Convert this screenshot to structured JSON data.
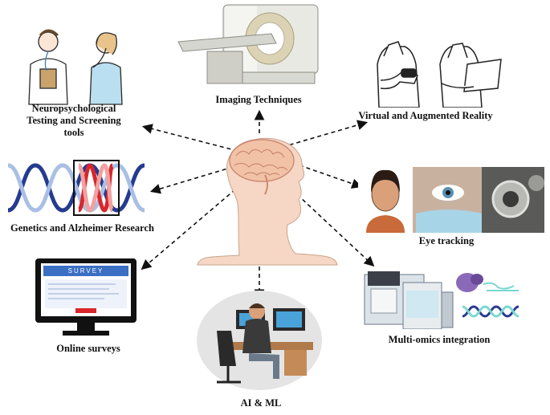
{
  "labels": {
    "neuro": "Neuropsychological Testing and Screening tools",
    "imaging": "Imaging Techniques",
    "vr": "Virtual and Augmented Reality",
    "genetics": "Genetics and Alzheimer Research",
    "eye": "Eye tracking",
    "survey": "Online surveys",
    "omics": "Multi-omics integration",
    "ai": "AI & ML"
  },
  "survey_screen": {
    "title": "SURVEY"
  },
  "colors": {
    "arrow": "#111111",
    "brain": "#f2c2a6",
    "head_skin": "#f6d6c4",
    "dna_blue": "#243b8f",
    "dna_red": "#d8262b",
    "survey_header": "#3a6fc4",
    "survey_button": "#d9262b"
  }
}
